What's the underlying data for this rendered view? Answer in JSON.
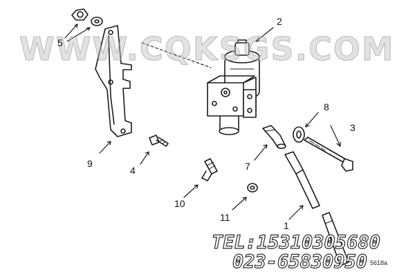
{
  "watermark": "WWW.CQKSGS.COM",
  "contact": {
    "tel": "TEL:15310305680",
    "phone": "023-65830950"
  },
  "figure_code": "5618a",
  "callouts": {
    "c1": "1",
    "c2": "2",
    "c3": "3",
    "c4": "4",
    "c5": "5",
    "c7": "7",
    "c8": "8",
    "c9": "9",
    "c10": "10",
    "c11": "11"
  },
  "colors": {
    "line": "#1a1a1a",
    "watermark": "#bebebe",
    "contact_stroke": "#2b2b2b"
  }
}
